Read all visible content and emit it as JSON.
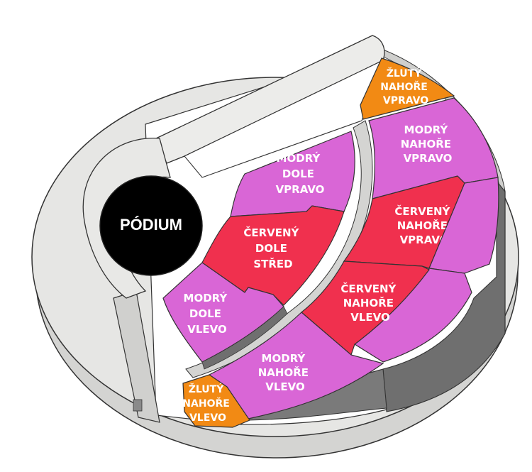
{
  "colors": {
    "blue_sections": "#d966d6",
    "red_sections": "#f0304e",
    "yellow_sections": "#f28a14",
    "podium": "#000000",
    "structure": "#e6e6e4",
    "structure_shadow": "#6f6f6f"
  },
  "podium": {
    "label": "PÓDIUM"
  },
  "sections": {
    "zluty_nahore_vpravo": {
      "lines": [
        "ŽLUTÝ",
        "NAHOŘE",
        "VPRAVO"
      ]
    },
    "modry_nahore_vpravo": {
      "lines": [
        "MODRÝ",
        "NAHOŘE",
        "VPRAVO"
      ]
    },
    "cerveny_nahore_vpravo": {
      "lines": [
        "ČERVENÝ",
        "NAHOŘE",
        "VPRAVO"
      ]
    },
    "cerveny_nahore_vlevo": {
      "lines": [
        "ČERVENÝ",
        "NAHOŘE",
        "VLEVO"
      ]
    },
    "modry_nahore_vlevo": {
      "lines": [
        "MODRÝ",
        "NAHOŘE",
        "VLEVO"
      ]
    },
    "zluty_nahore_vlevo": {
      "lines": [
        "ŽLUTÝ",
        "NAHOŘE",
        "VLEVO"
      ]
    },
    "modry_dole_vpravo": {
      "lines": [
        "MODRÝ",
        "DOLE",
        "VPRAVO"
      ]
    },
    "cerveny_dole_stred": {
      "lines": [
        "ČERVENÝ",
        "DOLE",
        "STŘED"
      ]
    },
    "modry_dole_vlevo": {
      "lines": [
        "MODRÝ",
        "DOLE",
        "VLEVO"
      ]
    }
  }
}
